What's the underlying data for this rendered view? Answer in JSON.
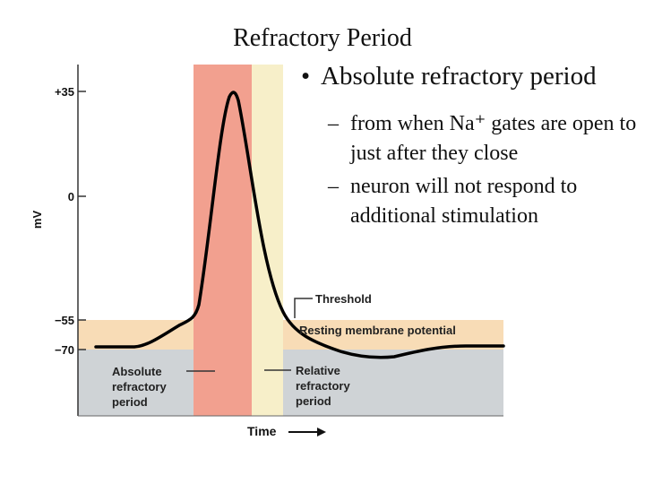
{
  "slide": {
    "title": "Refractory Period",
    "bullet": "Absolute refractory period",
    "sub_bullets": [
      "from when Na⁺ gates are open to just after they close",
      "neuron will not respond to additional stimulation"
    ]
  },
  "figure": {
    "y_axis_label": "mV",
    "y_ticks": [
      "+35",
      "0",
      "−55",
      "−70"
    ],
    "x_axis_label": "Time",
    "labels": {
      "threshold": "Threshold",
      "resting": "Resting membrane potential",
      "absolute": [
        "Absolute",
        "refractory",
        "period"
      ],
      "relative": [
        "Relative",
        "refractory",
        "period"
      ]
    },
    "colors": {
      "absolute_band": "#f2a08f",
      "relative_band": "#f7efc9",
      "resting_band": "#f8dcb6",
      "below_rest": "#cfd3d6",
      "trace": "#000000"
    }
  }
}
